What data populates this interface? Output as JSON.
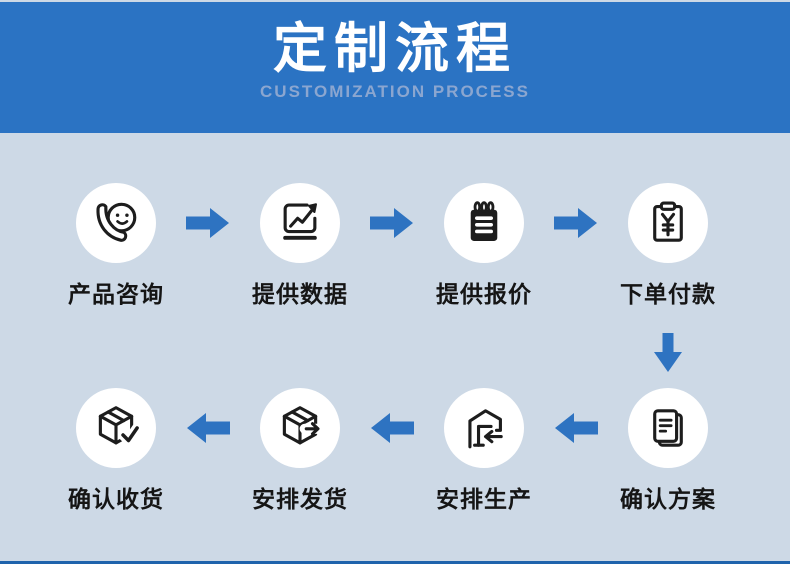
{
  "banner": {
    "title": "定制流程",
    "subtitle": "CUSTOMIZATION PROCESS"
  },
  "colors": {
    "banner_bg": "#2b73c3",
    "page_bg": "#cdd9e6",
    "arrow_blue": "#2e73c1",
    "subtitle_text": "#8ba6d0",
    "title_text": "#ffffff",
    "label_text": "#151515",
    "icon_stroke": "#1d1d1d",
    "circle_bg": "#ffffff",
    "bottom_bar": "#1e63ac"
  },
  "flow": {
    "row1": {
      "direction": "left-to-right",
      "steps": [
        {
          "label": "产品咨询",
          "icon": "phone-consult-icon"
        },
        {
          "label": "提供数据",
          "icon": "data-chart-icon"
        },
        {
          "label": "提供报价",
          "icon": "quote-notepad-icon"
        },
        {
          "label": "下单付款",
          "icon": "order-payment-icon"
        }
      ]
    },
    "row2": {
      "direction": "right-to-left",
      "steps": [
        {
          "label": "确认收货",
          "icon": "receive-check-icon"
        },
        {
          "label": "安排发货",
          "icon": "shipping-box-icon"
        },
        {
          "label": "安排生产",
          "icon": "production-icon"
        },
        {
          "label": "确认方案",
          "icon": "confirm-plan-icon"
        }
      ]
    }
  }
}
